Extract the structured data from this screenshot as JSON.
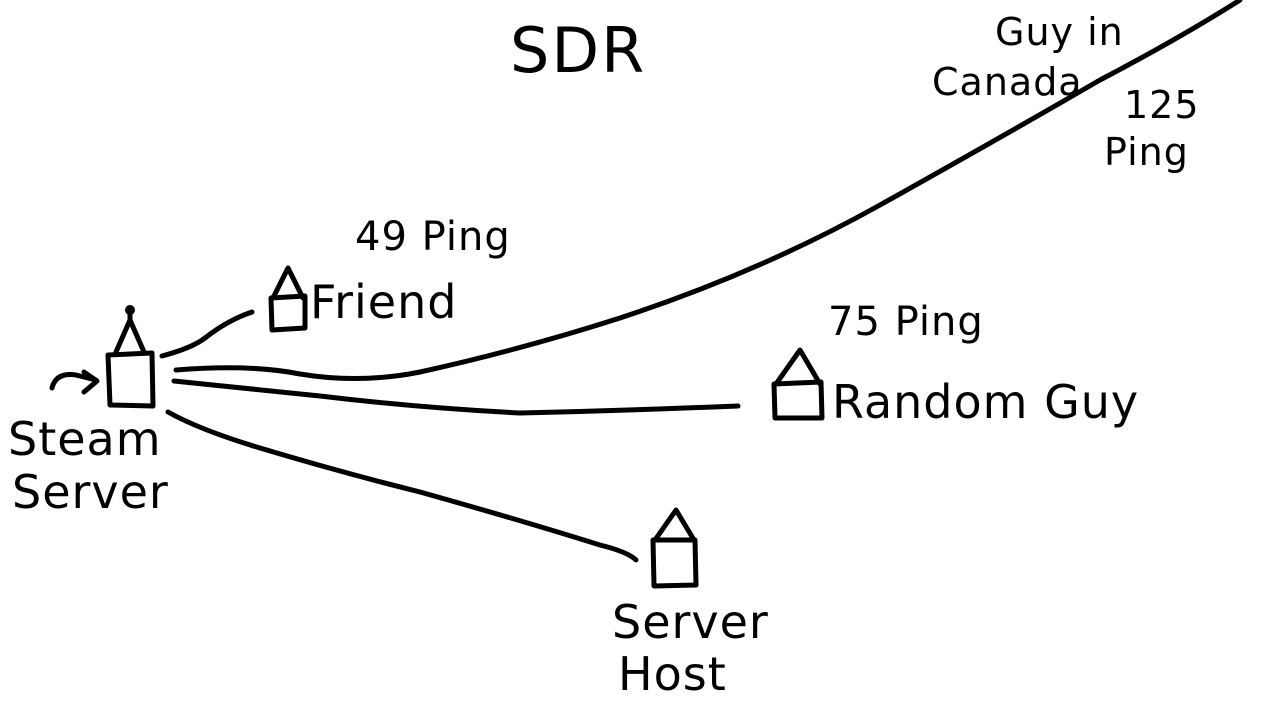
{
  "title": "SDR",
  "nodes": {
    "steam_server": {
      "label_line1": "Steam",
      "label_line2": "Server"
    },
    "friend": {
      "label": "Friend",
      "ping": "49 Ping"
    },
    "random_guy": {
      "label": "Random Guy",
      "ping": "75 Ping"
    },
    "server_host": {
      "label_line1": "Server",
      "label_line2": "Host"
    },
    "guy_in_canada": {
      "label_line1": "Guy in",
      "label_line2": "Canada",
      "ping_line1": "125",
      "ping_line2": "Ping"
    }
  },
  "colors": {
    "ink": "#000000",
    "background": "#ffffff"
  }
}
